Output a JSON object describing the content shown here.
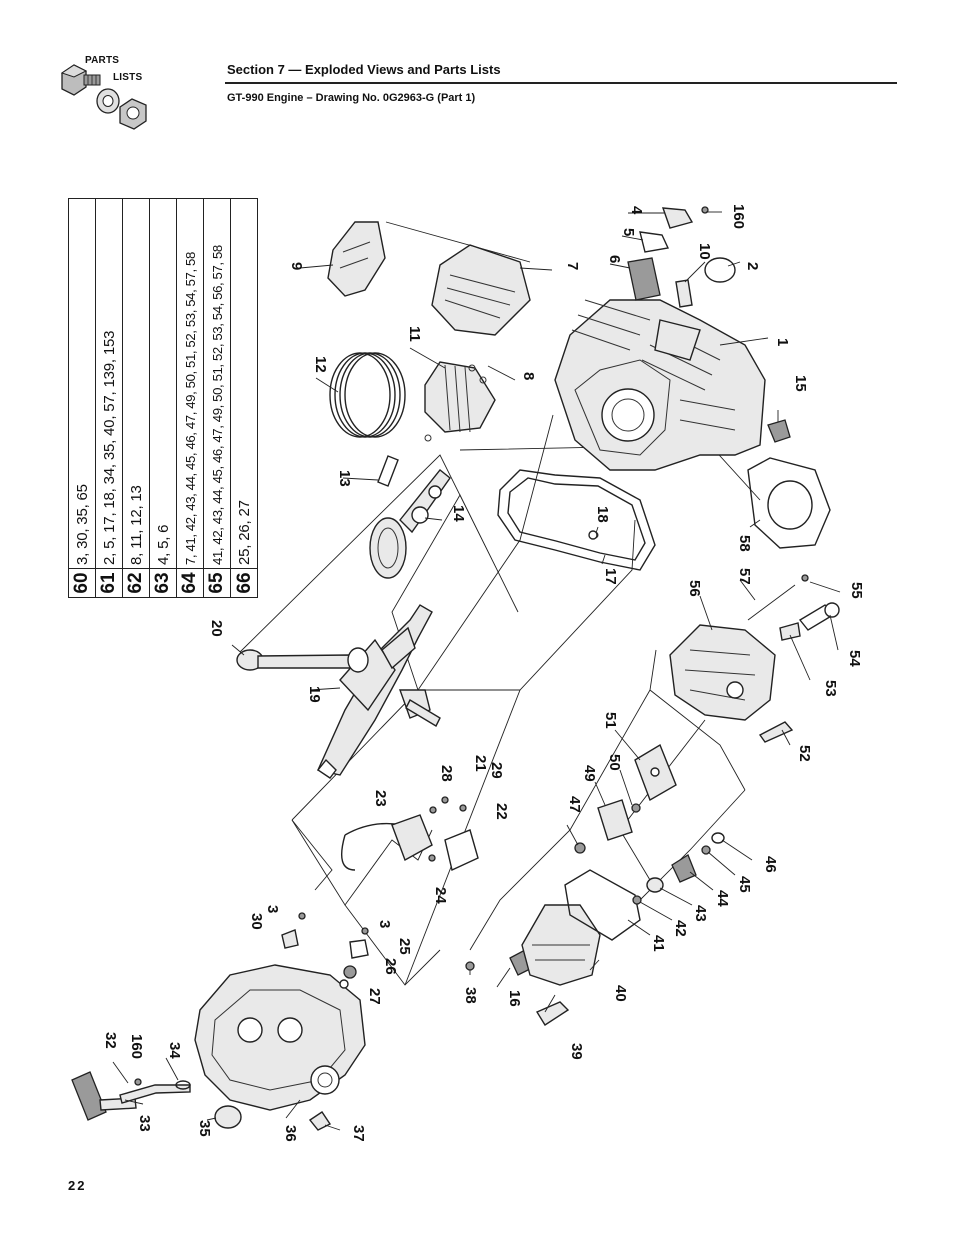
{
  "logo": {
    "line1": "PARTS",
    "line2": "LISTS",
    "icon": "nut-bolt-washer-icon"
  },
  "header": {
    "section_title": "Section 7 — Exploded Views and Parts Lists",
    "drawing_title": "GT-990 Engine – Drawing No. 0G2963-G (Part 1)"
  },
  "reference_table": [
    {
      "key": "60",
      "parts": "3, 30, 35, 65"
    },
    {
      "key": "61",
      "parts": "2, 5, 17, 18, 34, 35, 40, 57, 139, 153"
    },
    {
      "key": "62",
      "parts": "8, 11, 12, 13"
    },
    {
      "key": "63",
      "parts": "4, 5, 6"
    },
    {
      "key": "64",
      "parts": "7, 41, 42, 43, 44, 45, 46, 47, 49, 50, 51, 52, 53, 54, 57, 58"
    },
    {
      "key": "65",
      "parts": "41, 42, 43, 44, 45, 46, 47, 49, 50, 51, 52, 53, 54, 56, 57, 58"
    },
    {
      "key": "66",
      "parts": "25, 26, 27"
    }
  ],
  "callouts": [
    "1",
    "2",
    "3",
    "3",
    "4",
    "5",
    "6",
    "7",
    "8",
    "9",
    "10",
    "11",
    "12",
    "13",
    "14",
    "15",
    "16",
    "17",
    "18",
    "19",
    "20",
    "21",
    "22",
    "23",
    "24",
    "25",
    "26",
    "27",
    "28",
    "29",
    "30",
    "32",
    "33",
    "34",
    "35",
    "36",
    "37",
    "38",
    "39",
    "40",
    "41",
    "42",
    "43",
    "44",
    "45",
    "46",
    "47",
    "49",
    "50",
    "51",
    "52",
    "53",
    "54",
    "55",
    "56",
    "57",
    "58",
    "160",
    "160"
  ],
  "page_number": "22"
}
